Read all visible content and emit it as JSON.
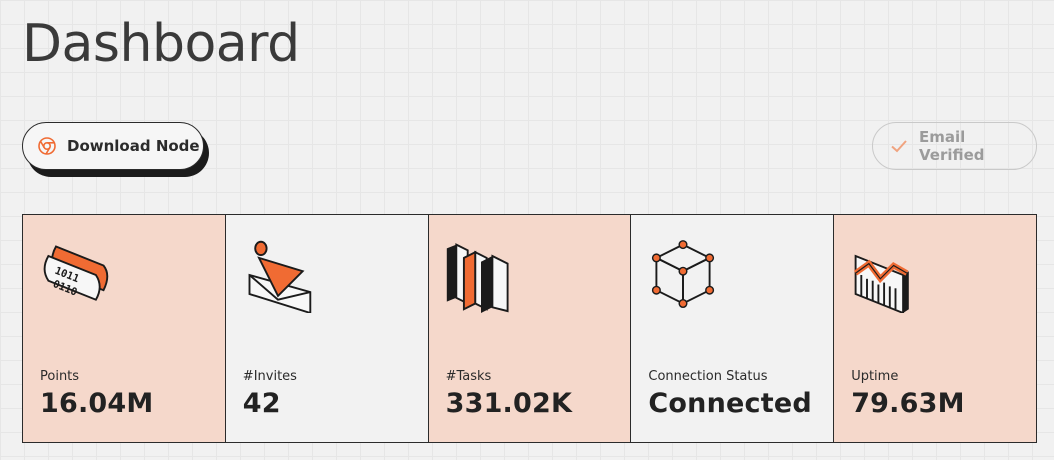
{
  "page": {
    "title": "Dashboard"
  },
  "actions": {
    "download_label": "Download Node",
    "verified_label": "Email Verified"
  },
  "colors": {
    "accent": "#f06b33",
    "card_tint": "#f5d8cb",
    "dark": "#2b2b2b"
  },
  "cards": [
    {
      "label": "Points",
      "value": "16.04M",
      "icon": "binary-chip-icon"
    },
    {
      "label": "#Invites",
      "value": "42",
      "icon": "envelope-icon"
    },
    {
      "label": "#Tasks",
      "value": "331.02K",
      "icon": "books-icon"
    },
    {
      "label": "Connection Status",
      "value": "Connected",
      "icon": "cube-network-icon"
    },
    {
      "label": "Uptime",
      "value": "79.63M",
      "icon": "uptime-chart-icon"
    }
  ]
}
